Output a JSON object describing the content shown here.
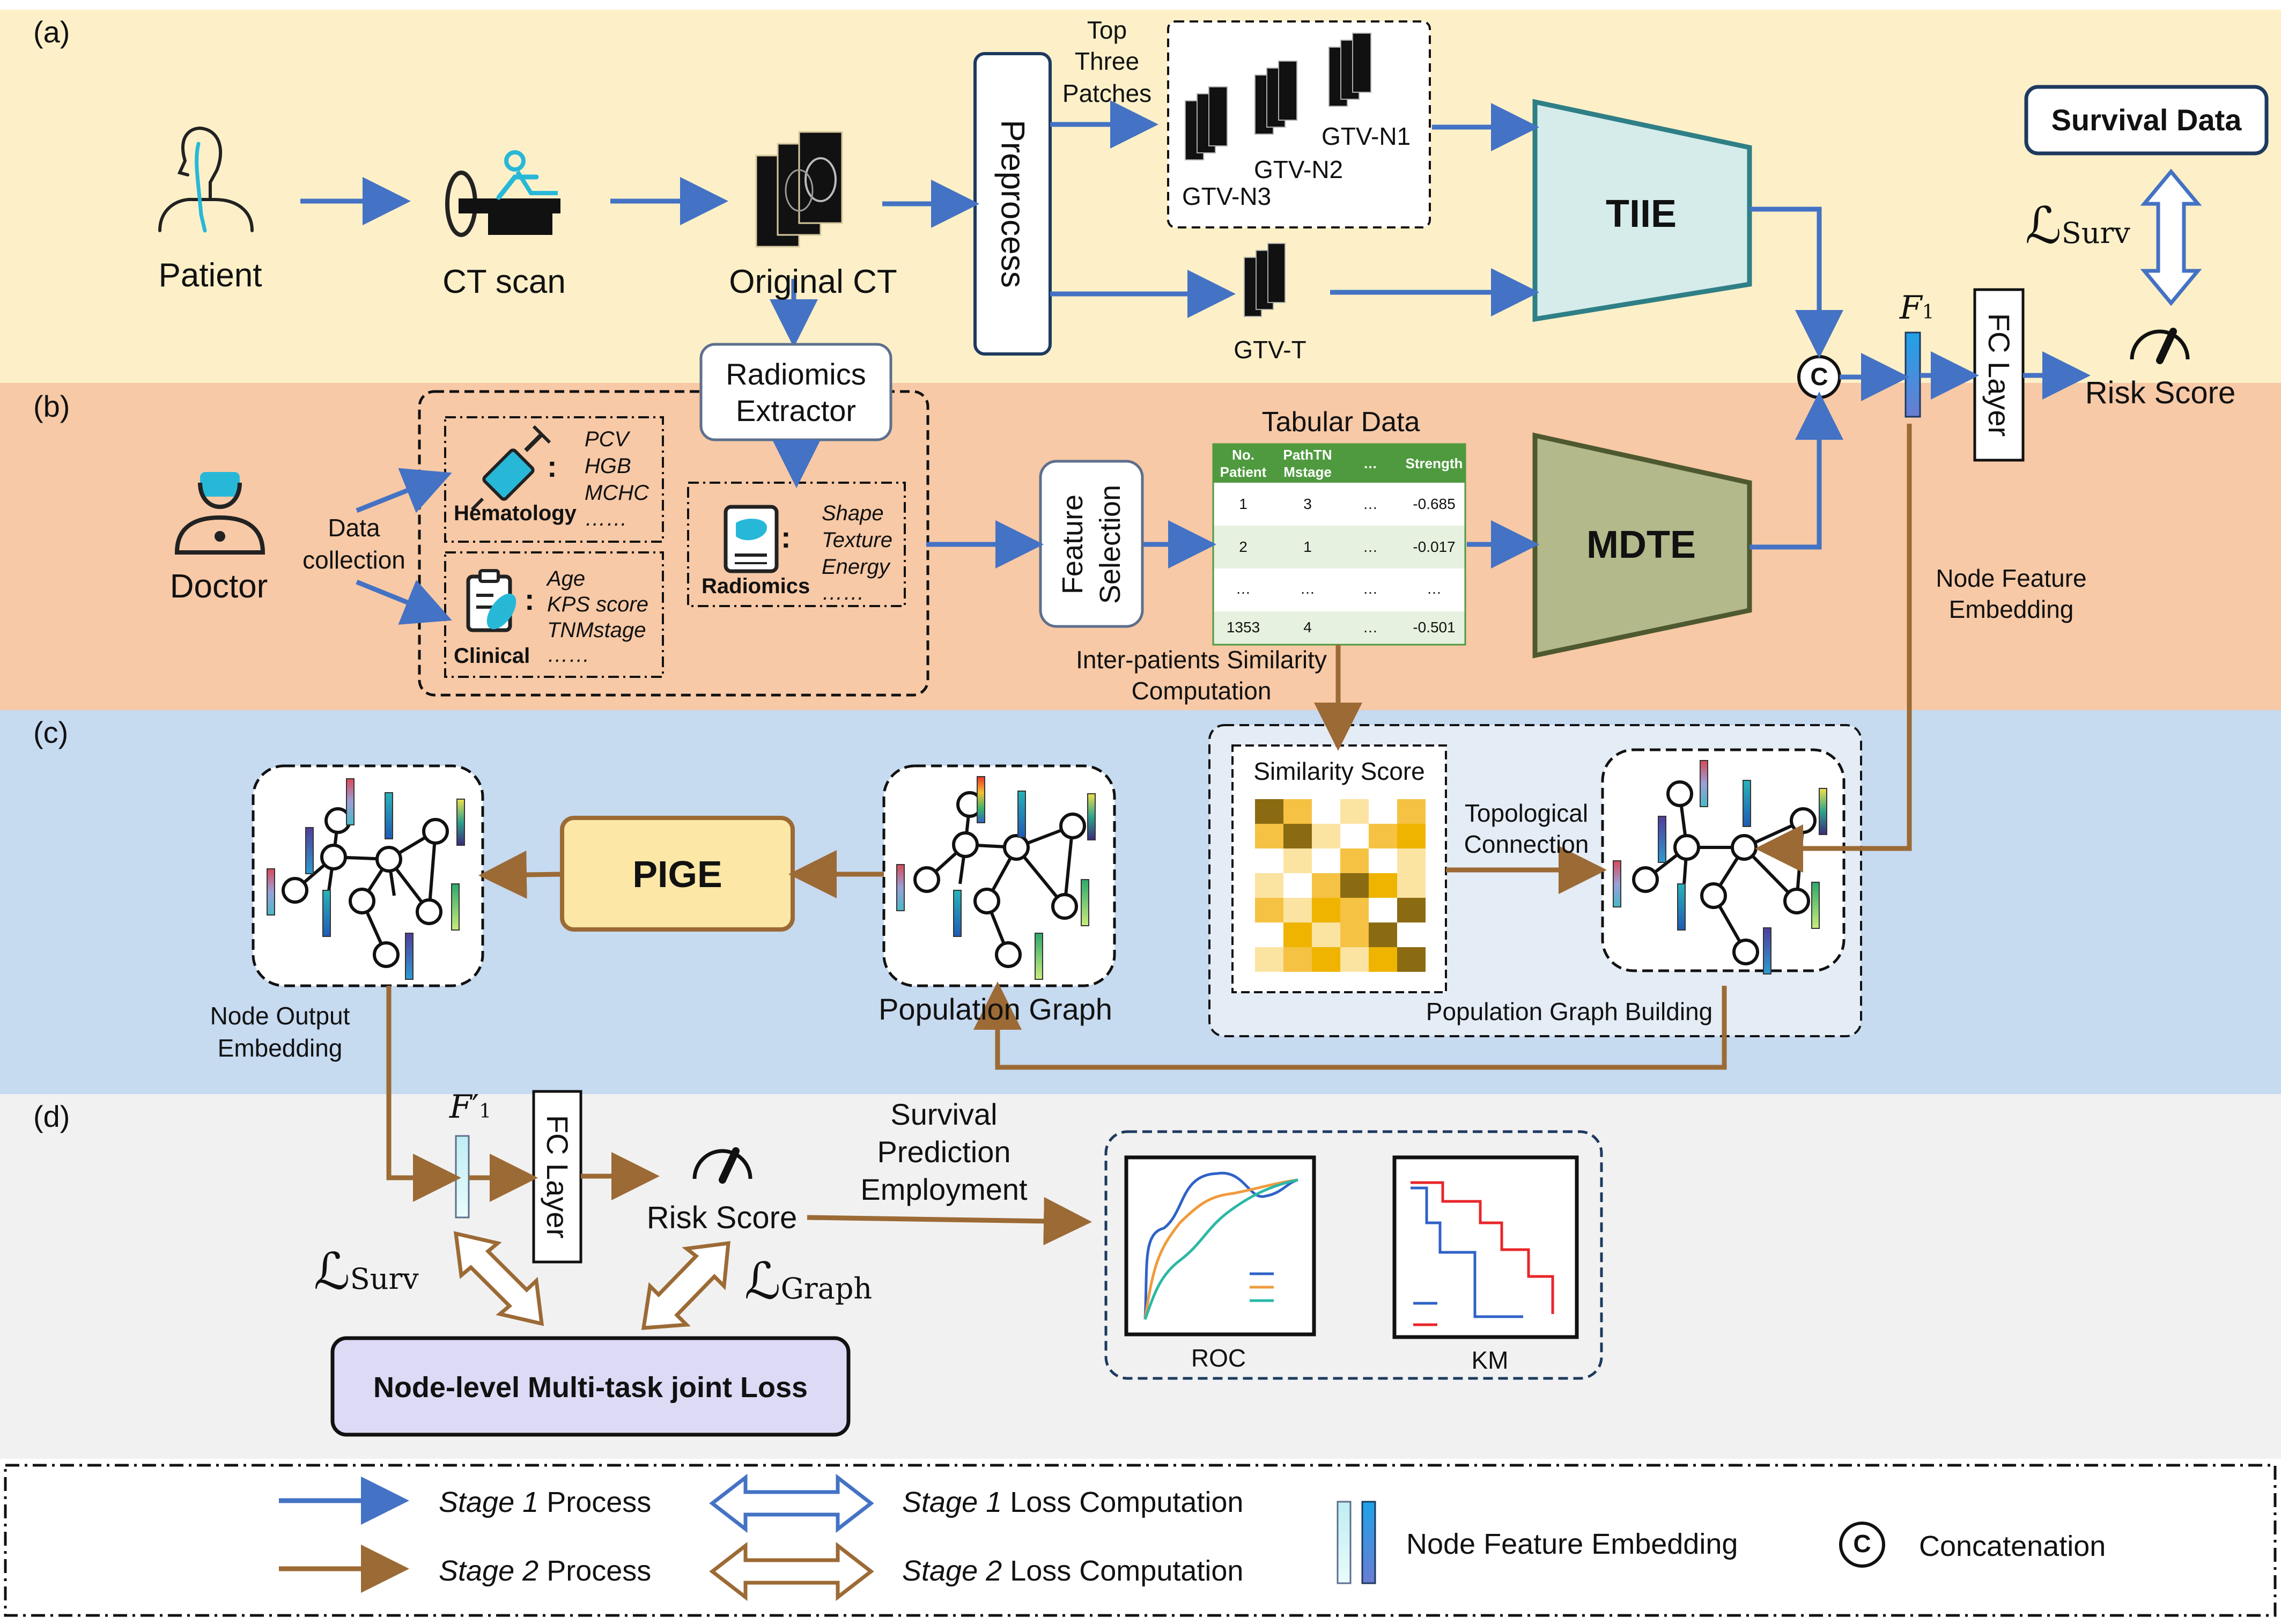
{
  "panels": {
    "a": "(a)",
    "b": "(b)",
    "c": "(c)",
    "d": "(d)"
  },
  "colors": {
    "panel_a_bg": "#fdf0c8",
    "panel_b_bg": "#f7c9a6",
    "panel_c_bg": "#c6daf0",
    "panel_d_bg": "#f1f1f1",
    "stage1_arrow": "#4472c4",
    "stage2_arrow": "#9c6a35",
    "tiie_fill": "#d5eceb",
    "tiie_stroke": "#2f7f86",
    "mdte_fill": "#b3b98a",
    "mdte_stroke": "#4e5930",
    "pige_fill": "#fde7a6",
    "pige_stroke": "#9c6a35",
    "loss_box_fill": "#dcdaf5",
    "table_header": "#4f9a3f",
    "table_alt_row": "#e6f1df"
  },
  "panel_a": {
    "patient": "Patient",
    "ct_scan": "CT scan",
    "original_ct": "Original CT",
    "preprocess": "Preprocess",
    "top_three_patches": [
      "Top",
      "Three",
      "Patches"
    ],
    "gtv_n1": "GTV-N1",
    "gtv_n2": "GTV-N2",
    "gtv_n3": "GTV-N3",
    "gtv_t": "GTV-T",
    "tiie": "TIIE",
    "survival_data": "Survival Data",
    "loss_surv_symbol": "ℒ",
    "loss_surv_sub": "Surv",
    "f1_symbol": "F",
    "f1_sub": "1",
    "fc_layer": "FC Layer",
    "risk_score": "Risk Score",
    "concat_symbol": "C"
  },
  "panel_b": {
    "doctor": "Doctor",
    "data_collection": [
      "Data",
      "collection"
    ],
    "radiomics_extractor": [
      "Radiomics",
      "Extractor"
    ],
    "hematology": "Hematology",
    "hematology_items": [
      "PCV",
      "HGB",
      "MCHC",
      "……"
    ],
    "clinical": "Clinical",
    "clinical_items": [
      "Age",
      "KPS score",
      "TNMstage",
      "……"
    ],
    "radiomics": "Radiomics",
    "radiomics_items": [
      "Shape",
      "Texture",
      "Energy",
      "……"
    ],
    "feature_selection": [
      "Feature",
      "Selection"
    ],
    "tabular_data": "Tabular Data",
    "table": {
      "headers": [
        [
          "No.",
          "Patient"
        ],
        [
          "PathTN",
          "Mstage"
        ],
        [
          "…"
        ],
        [
          "Strength"
        ]
      ],
      "rows": [
        [
          "1",
          "3",
          "…",
          "-0.685"
        ],
        [
          "2",
          "1",
          "…",
          "-0.017"
        ],
        [
          "…",
          "…",
          "…",
          "…"
        ],
        [
          "1353",
          "4",
          "…",
          "-0.501"
        ]
      ]
    },
    "inter_patients": [
      "Inter-patients Similarity",
      "Computation"
    ],
    "mdte": "MDTE",
    "node_feature_embedding": [
      "Node Feature",
      "Embedding"
    ],
    "colon": ":"
  },
  "panel_c": {
    "pige": "PIGE",
    "population_graph": "Population Graph",
    "node_output_embedding": [
      "Node Output",
      "Embedding"
    ],
    "similarity_score": "Similarity Score",
    "topological_connection": [
      "Topological",
      "Connection"
    ],
    "population_graph_building": "Population Graph Building"
  },
  "panel_d": {
    "f1_prime_symbol": "F",
    "f1_prime_sub": "1",
    "f1_prime_mark": "′",
    "fc_layer": "FC Layer",
    "risk_score": "Risk Score",
    "survival_prediction": [
      "Survival",
      "Prediction",
      "Employment"
    ],
    "loss_symbol": "ℒ",
    "loss_surv_sub": "Surv",
    "loss_graph_sub": "Graph",
    "joint_loss": "Node-level Multi-task joint Loss",
    "roc": "ROC",
    "km": "KM"
  },
  "legend": {
    "stage_word": "Stage",
    "one": "1",
    "two": "2",
    "process": "Process",
    "loss_computation": "Loss Computation",
    "node_feature_embedding": "Node Feature Embedding",
    "concatenation": "Concatenation",
    "concat_symbol": "C"
  }
}
